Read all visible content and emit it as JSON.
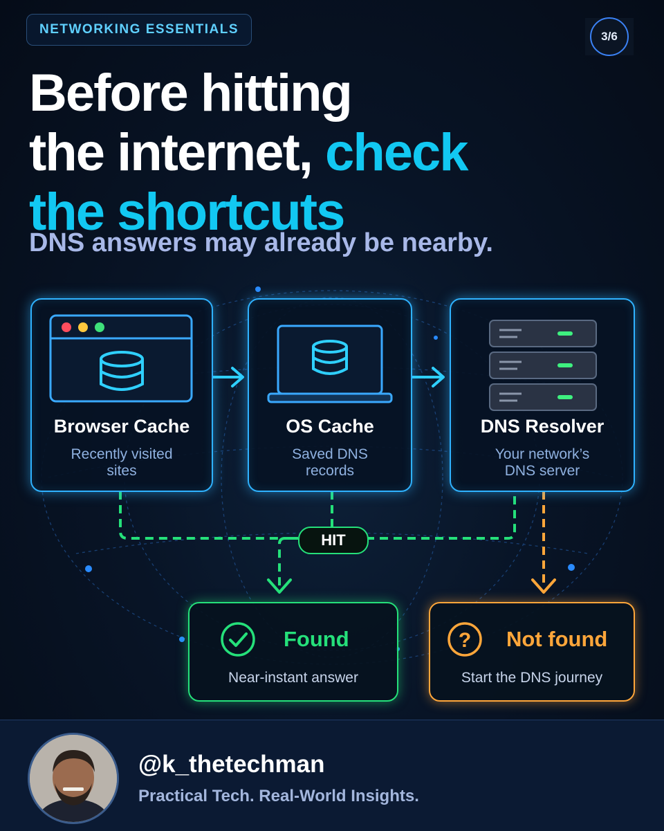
{
  "header": {
    "category_label": "NETWORKING ESSENTIALS",
    "page_indicator": "3/6",
    "title_line1": "Before hitting",
    "title_line2_white": "the internet, ",
    "title_line2_accent": "check",
    "title_line3_accent": "the shortcuts",
    "subtitle": "DNS answers may already be nearby."
  },
  "flow": {
    "steps": [
      {
        "name": "Browser Cache",
        "desc_line1": "Recently visited",
        "desc_line2": "sites",
        "icon": "browser-database-icon"
      },
      {
        "name": "OS Cache",
        "desc_line1": "Saved DNS",
        "desc_line2": "records",
        "icon": "laptop-database-icon"
      },
      {
        "name": "DNS Resolver",
        "desc_line1": "Your network’s",
        "desc_line2": "DNS server",
        "icon": "server-stack-icon"
      }
    ],
    "hit_label": "HIT",
    "found": {
      "title": "Found",
      "desc": "Near-instant answer",
      "icon": "check-circle-icon"
    },
    "not_found": {
      "title": "Not found",
      "desc": "Start the DNS journey",
      "icon": "question-circle-icon"
    }
  },
  "footer": {
    "handle": "@k_thetechman",
    "tagline": "Practical Tech. Real-World Insights."
  },
  "colors": {
    "accent_cyan": "#12c8f2",
    "box_blue": "#2fb2ff",
    "hit_green": "#25e07a",
    "miss_orange": "#ffa63a",
    "subtitle": "#a8b8e8"
  }
}
